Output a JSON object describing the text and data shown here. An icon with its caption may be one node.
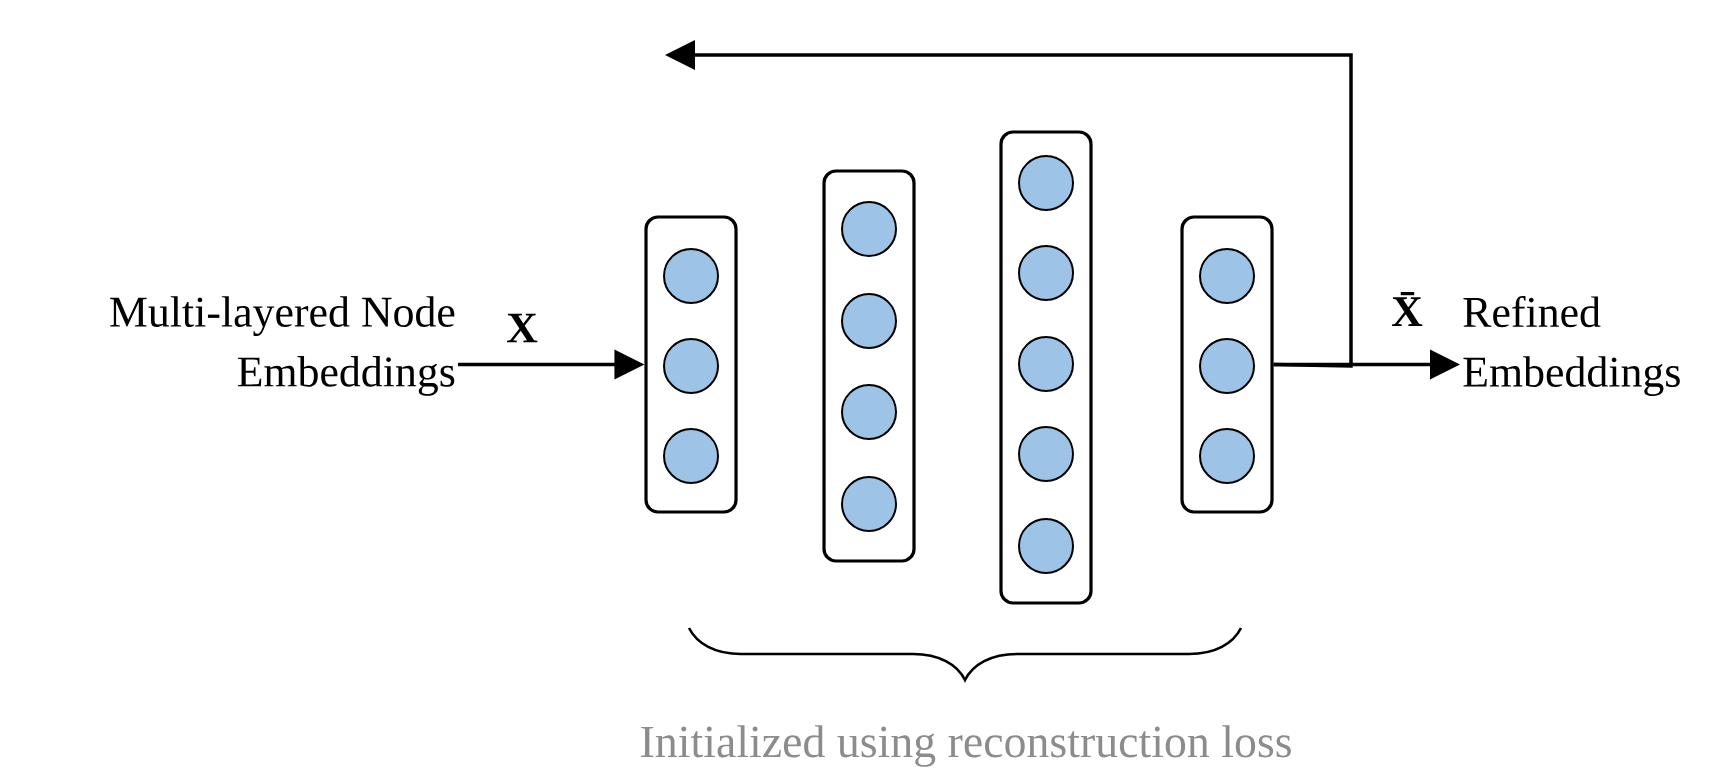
{
  "diagram": {
    "nodes": [
      {
        "text": [
          "Multi-layered Node Embeddings"
        ]
      },
      {
        "text": [],
        "shape": "box"
      },
      {
        "text": [],
        "shape": "circle",
        "in": 1
      },
      {
        "text": [],
        "shape": "circle",
        "in": 1
      },
      {
        "text": [],
        "shape": "circle",
        "in": 1
      },
      {
        "text": [],
        "shape": "box"
      },
      {
        "text": [],
        "shape": "circle",
        "in": 5
      },
      {
        "text": [],
        "shape": "circle",
        "in": 5
      },
      {
        "text": [],
        "shape": "circle",
        "in": 5
      },
      {
        "text": [],
        "shape": "circle",
        "in": 5
      },
      {
        "text": [],
        "shape": "box"
      },
      {
        "text": [],
        "shape": "circle",
        "in": 10
      },
      {
        "text": [],
        "shape": "circle",
        "in": 10
      },
      {
        "text": [],
        "shape": "circle",
        "in": 10
      },
      {
        "text": [],
        "shape": "circle",
        "in": 10
      },
      {
        "text": [],
        "shape": "circle",
        "in": 10
      },
      {
        "text": [],
        "shape": "box"
      },
      {
        "text": [],
        "shape": "circle",
        "in": 16
      },
      {
        "text": [],
        "shape": "circle",
        "in": 16
      },
      {
        "text": [],
        "shape": "circle",
        "in": 16
      },
      {
        "text": [
          "Refined Embeddings"
        ]
      }
    ],
    "edges": [
      {
        "from": 0,
        "to": 1,
        "arrow": "to",
        "label": "X"
      },
      {
        "from": 16,
        "to": 20,
        "arrow": "to",
        "label": "X̄"
      },
      {
        "from": 16,
        "to": null,
        "arrow": "to"
      }
    ],
    "labels": [
      "Initialized using reconstruction loss"
    ]
  }
}
